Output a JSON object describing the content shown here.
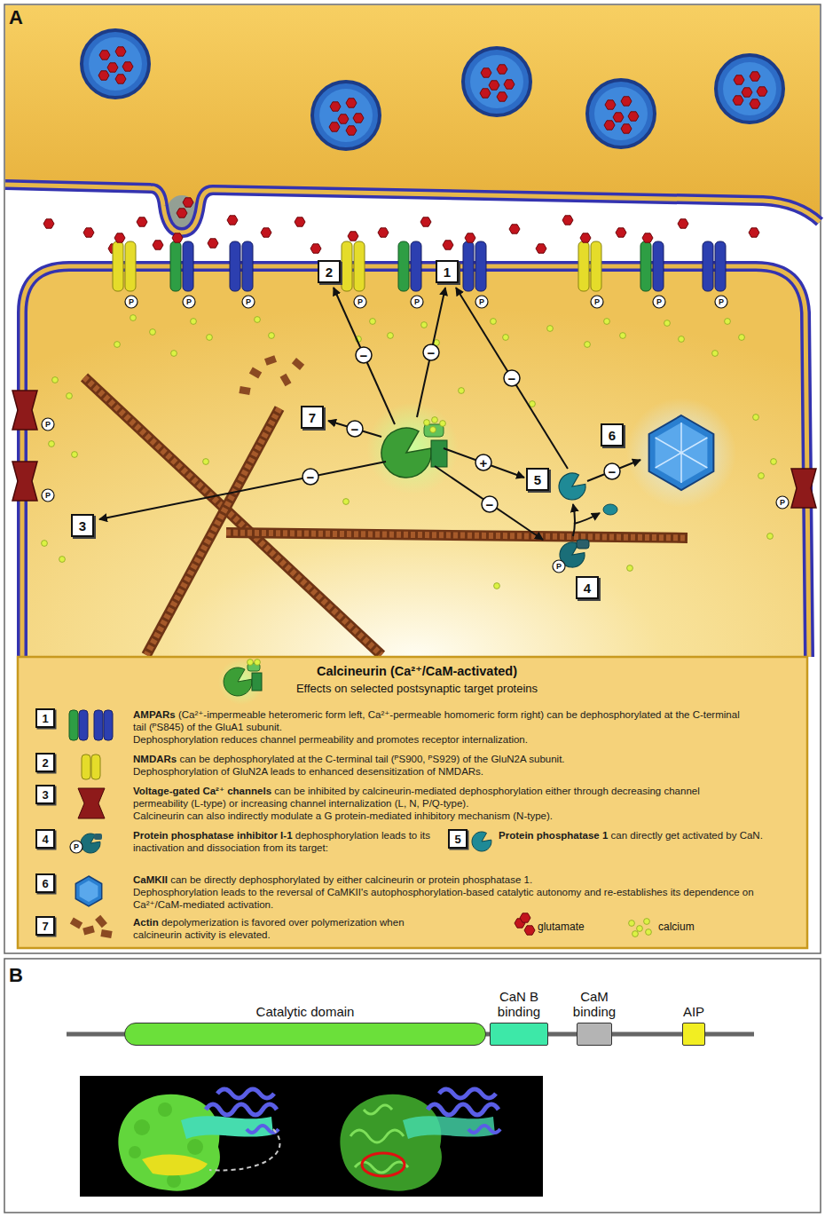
{
  "diagram": {
    "nodes": [
      {
        "text": [
          "1"
        ]
      },
      {
        "text": [
          "2"
        ]
      },
      {
        "text": [
          "3"
        ]
      },
      {
        "text": [
          "4"
        ]
      },
      {
        "text": [
          "5"
        ]
      },
      {
        "text": [
          "6"
        ]
      },
      {
        "text": [
          "7"
        ]
      },
      {
        "text": [
          "Calcineurin (Ca²⁺/CaM-activated)",
          "Effects on selected postsynaptic target proteins"
        ]
      },
      {
        "text": [
          "1"
        ],
        "in": 7
      },
      {
        "text": [
          "2"
        ],
        "in": 7
      },
      {
        "text": [
          "3"
        ],
        "in": 7
      },
      {
        "text": [
          "4"
        ],
        "in": 7
      },
      {
        "text": [
          "5"
        ],
        "in": 7
      },
      {
        "text": [
          "6"
        ],
        "in": 7
      },
      {
        "text": [
          "7"
        ],
        "in": 7
      },
      {
        "text": [
          "Catalytic domain"
        ]
      },
      {
        "text": [
          "CaN B binding"
        ]
      },
      {
        "text": [
          "CaM binding"
        ]
      },
      {
        "text": [
          "AIP"
        ]
      }
    ],
    "labels": [
      "A",
      "B",
      "−",
      "−",
      "−",
      "−",
      "−",
      "−",
      "−",
      "+",
      "P",
      "P",
      "P",
      "P",
      "P",
      "P",
      "P",
      "P",
      "P",
      "P",
      "P",
      "P",
      "P",
      "P",
      "AMPARs",
      "(Ca²⁺-impermeable heteromeric form left, Ca²⁺-permeable homomeric form right) can be dephosphorylated at the C-terminal tail (ᴾS845) of the GluA1 subunit.",
      "Dephosphorylation reduces channel permeability and promotes receptor internalization.",
      "NMDARs",
      "can be dephosphorylated at the C-terminal tail (ᴾS900, ᴾS929) of the GluN2A subunit.",
      "Dephosphorylation of GluN2A leads to enhanced desensitization of NMDARs.",
      "Voltage-gated Ca²⁺ channels",
      "can be inhibited by calcineurin-mediated dephosphorylation either through decreasing channel permeability (L-type) or increasing channel internalization (L, N, P/Q-type).",
      "Calcineurin can also indirectly modulate a G protein-mediated inhibitory mechanism (N-type).",
      "Protein phosphatase inhibitor I-1",
      "dephosphorylation leads to its inactivation and dissociation from its target:",
      "Protein phosphatase 1",
      "can directly get activated by CaN.",
      "CaMKII",
      "can be directly dephosphorylated by either calcineurin or protein phosphatase 1.",
      "Dephosphorylation leads to the reversal of CaMKII's autophosphorylation-based catalytic autonomy and re-establishes its dependence on Ca²⁺/CaM-mediated activation.",
      "Actin",
      "depolymerization is favored over polymerization when calcineurin activity is elevated."
    ],
    "legend": [
      {
        "text": "glutamate"
      },
      {
        "text": "calcium"
      }
    ]
  }
}
